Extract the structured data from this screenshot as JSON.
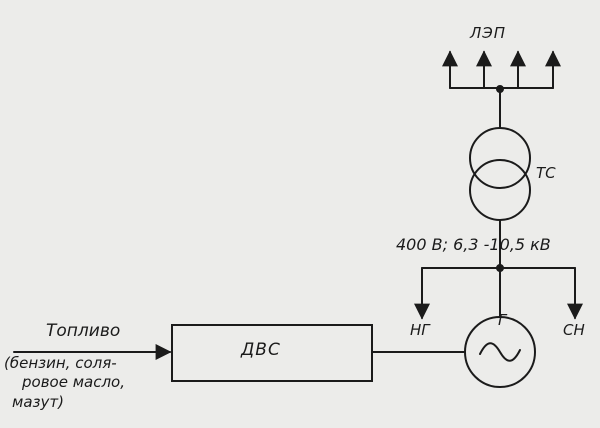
{
  "diagram": {
    "labels": {
      "power_line": "ЛЭП",
      "transformer": "ТС",
      "voltage": "400 В; 6,3 -10,5 кВ",
      "load_ng": "НГ",
      "aux_sn": "СН",
      "generator": "Г",
      "engine": "ДВС",
      "fuel": "Топливо",
      "fuel_types": [
        "(бензин, соля-",
        "ровое масло,",
        "мазут)"
      ]
    },
    "colors": {
      "ink": "#1b1b1b",
      "paper": "#ececea"
    }
  }
}
